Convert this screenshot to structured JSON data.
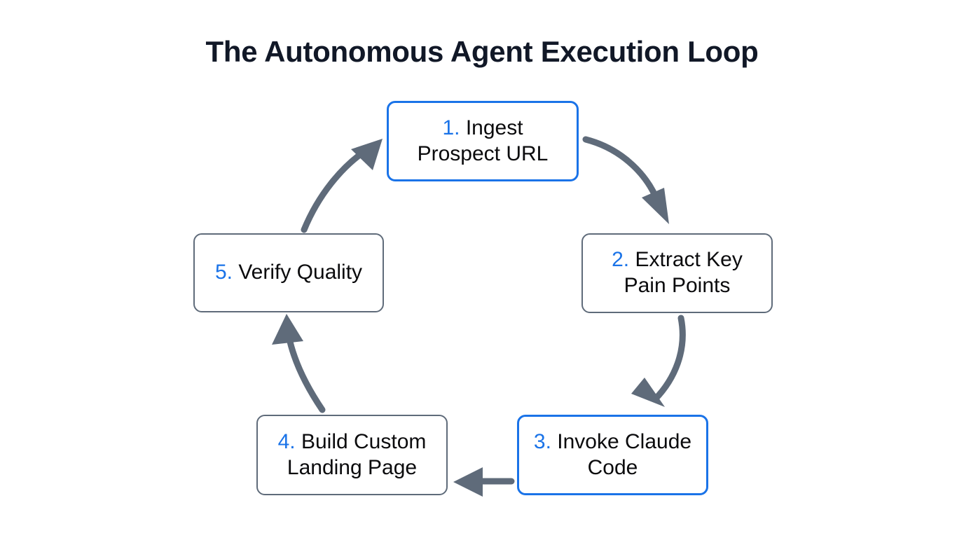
{
  "page": {
    "title": "The Autonomous Agent Execution Loop",
    "background_color": "#ffffff",
    "title_color": "#111827"
  },
  "theme": {
    "accent_color": "#1a73e8",
    "neutral_color": "#5f6b7a",
    "text_color": "#0b0b0d"
  },
  "diagram": {
    "type": "cycle",
    "direction": "clockwise",
    "nodes": [
      {
        "id": "node-1",
        "number": "1.",
        "label": "Ingest",
        "label_line2": "Prospect URL",
        "style": "accent",
        "border_color": "#1a73e8"
      },
      {
        "id": "node-2",
        "number": "2.",
        "label": "Extract Key",
        "label_line2": "Pain Points",
        "style": "plain",
        "border_color": "#5f6b7a"
      },
      {
        "id": "node-3",
        "number": "3.",
        "label": "Invoke Claude",
        "label_line2": "Code",
        "style": "accent",
        "border_color": "#1a73e8"
      },
      {
        "id": "node-4",
        "number": "4.",
        "label": "Build Custom",
        "label_line2": "Landing Page",
        "style": "plain",
        "border_color": "#5f6b7a"
      },
      {
        "id": "node-5",
        "number": "5.",
        "label": "Verify Quality",
        "label_line2": "",
        "style": "plain",
        "border_color": "#5f6b7a"
      }
    ],
    "edges": [
      {
        "id": "edge-1-2",
        "from": "node-1",
        "to": "node-2",
        "shape": "curved",
        "color": "#5f6b7a"
      },
      {
        "id": "edge-2-3",
        "from": "node-2",
        "to": "node-3",
        "shape": "curved",
        "color": "#5f6b7a"
      },
      {
        "id": "edge-3-4",
        "from": "node-3",
        "to": "node-4",
        "shape": "straight",
        "color": "#5f6b7a"
      },
      {
        "id": "edge-4-5",
        "from": "node-4",
        "to": "node-5",
        "shape": "curved",
        "color": "#5f6b7a"
      },
      {
        "id": "edge-5-1",
        "from": "node-5",
        "to": "node-1",
        "shape": "curved",
        "color": "#5f6b7a"
      }
    ]
  }
}
